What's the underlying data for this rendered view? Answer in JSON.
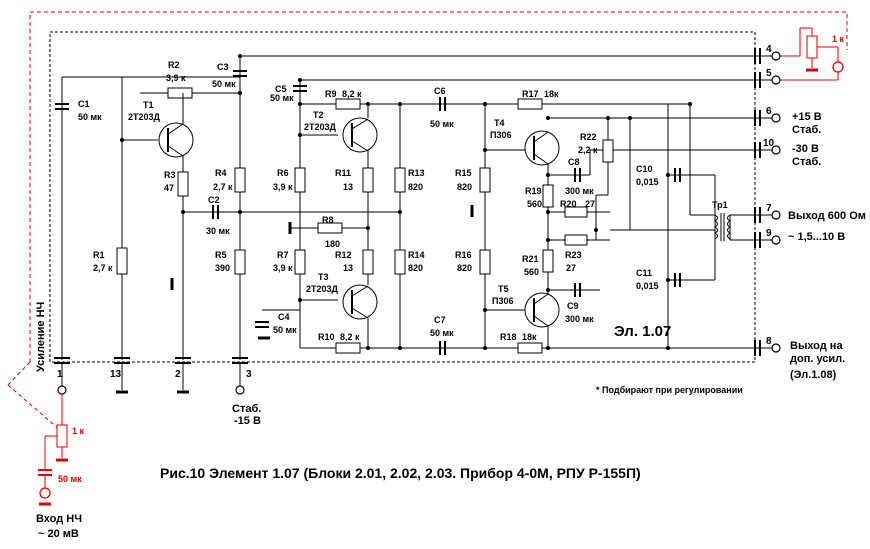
{
  "caption": "Рис.10  Элемент 1.07 (Блоки 2.01, 2.02, 2.03. Прибор 4-0М, РПУ Р-155П)",
  "element_label": "Эл. 1.07",
  "section_label": "Усиление НЧ",
  "footnote": "*  Подбирают при регулировании",
  "components": {
    "R1": {
      "ref": "R1",
      "value": "2,7 к"
    },
    "R2": {
      "ref": "R2",
      "value": "3,9 к"
    },
    "R3": {
      "ref": "R3",
      "value": "47"
    },
    "R4": {
      "ref": "R4",
      "value": "2,7 к"
    },
    "R5": {
      "ref": "R5",
      "value": "390"
    },
    "R6": {
      "ref": "R6",
      "value": "3,9 к"
    },
    "R7": {
      "ref": "R7",
      "value": "3,9 к"
    },
    "R8": {
      "ref": "R8",
      "value": "180"
    },
    "R9": {
      "ref": "R9",
      "value": "8,2 к"
    },
    "R10": {
      "ref": "R10",
      "value": "8,2 к"
    },
    "R11": {
      "ref": "R11",
      "value": "13"
    },
    "R12": {
      "ref": "R12",
      "value": "13"
    },
    "R13": {
      "ref": "R13",
      "value": "820"
    },
    "R14": {
      "ref": "R14",
      "value": "820"
    },
    "R15": {
      "ref": "R15",
      "value": "820"
    },
    "R16": {
      "ref": "R16",
      "value": "820"
    },
    "R17": {
      "ref": "R17",
      "value": "18к"
    },
    "R18": {
      "ref": "R18",
      "value": "18к"
    },
    "R19": {
      "ref": "R19",
      "value": "560"
    },
    "R20": {
      "ref": "R20",
      "value": "27"
    },
    "R21": {
      "ref": "R21",
      "value": "560"
    },
    "R22": {
      "ref": "R22",
      "value": "2,2 к"
    },
    "R23": {
      "ref": "R23",
      "value": "27"
    },
    "C1": {
      "ref": "C1",
      "value": "50 мк"
    },
    "C2": {
      "ref": "C2",
      "value": "30 мк"
    },
    "C3": {
      "ref": "C3",
      "value": "50 мк"
    },
    "C4": {
      "ref": "C4",
      "value": "50 мк"
    },
    "C5": {
      "ref": "C5",
      "value": "50 мк"
    },
    "C6": {
      "ref": "C6",
      "value": "50 мк"
    },
    "C7": {
      "ref": "C7",
      "value": "50 мк"
    },
    "C8": {
      "ref": "C8",
      "value": "300 мк"
    },
    "C9": {
      "ref": "C9",
      "value": "300 мк"
    },
    "C10": {
      "ref": "C10",
      "value": "0,015"
    },
    "C11": {
      "ref": "C11",
      "value": "0,015"
    },
    "T1": {
      "ref": "T1",
      "value": "2Т203Д"
    },
    "T2": {
      "ref": "T2",
      "value": "2Т203Д"
    },
    "T3": {
      "ref": "T3",
      "value": "2Т203Д"
    },
    "T4": {
      "ref": "T4",
      "value": "П306"
    },
    "T5": {
      "ref": "T5",
      "value": "П306"
    },
    "Tp1": {
      "ref": "Тр1"
    }
  },
  "terminals": {
    "t1": "1",
    "t2": "2",
    "t3": "3",
    "t4": "4",
    "t5": "5",
    "t6": "6",
    "t7": "7",
    "t8": "8",
    "t9": "9",
    "t10": "10",
    "t13": "13"
  },
  "terminal_labels": {
    "plus15_a": "+15 В",
    "plus15_b": "Стаб.",
    "minus30_a": "-30 В",
    "minus30_b": "Стаб.",
    "out600_a": "Выход 600 Ом",
    "out600_b": "~ 1,5...10 В",
    "ext_a": "Выход на",
    "ext_b": "доп. усил.",
    "ext_c": "(Эл.1.08)",
    "stab_a": "Стаб.",
    "stab_b": "-15 В"
  },
  "external": {
    "pot_top": "1 к",
    "pot_input": "1 к",
    "cap_input": "50 мк",
    "input_a": "Вход НЧ",
    "input_b": "~ 20 мВ"
  },
  "colors": {
    "external_circuit": "#e00000",
    "wiring": "#000000",
    "background": "#ffffff"
  }
}
